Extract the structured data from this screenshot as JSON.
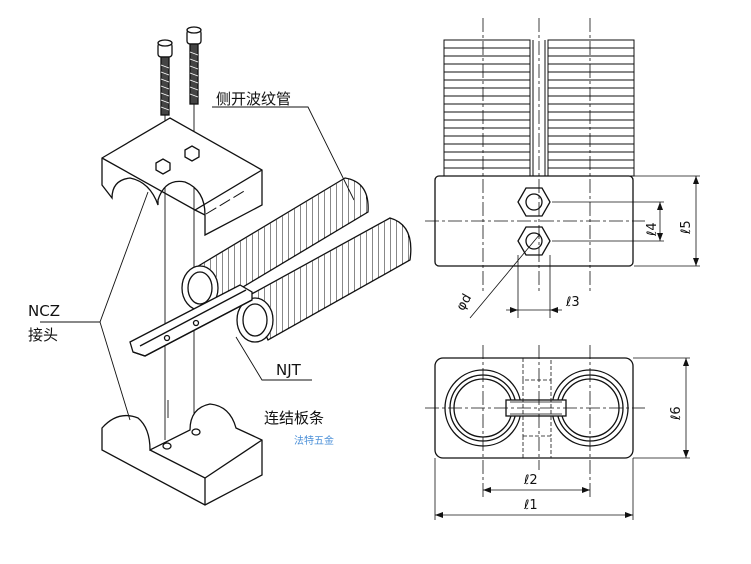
{
  "labels": {
    "corrugated_pipe": "侧开波纹管",
    "ncz_code": "NCZ",
    "ncz_name": "接头",
    "njt_code": "NJT",
    "njt_name": "连结板条",
    "watermark": "法特五金"
  },
  "dimensions": {
    "phi_d": "φd",
    "l1": "ℓ1",
    "l2": "ℓ2",
    "l3": "ℓ3",
    "l4": "ℓ4",
    "l5": "ℓ5",
    "l6": "ℓ6"
  },
  "colors": {
    "line": "#111111",
    "watermark": "#4a8fd8"
  }
}
